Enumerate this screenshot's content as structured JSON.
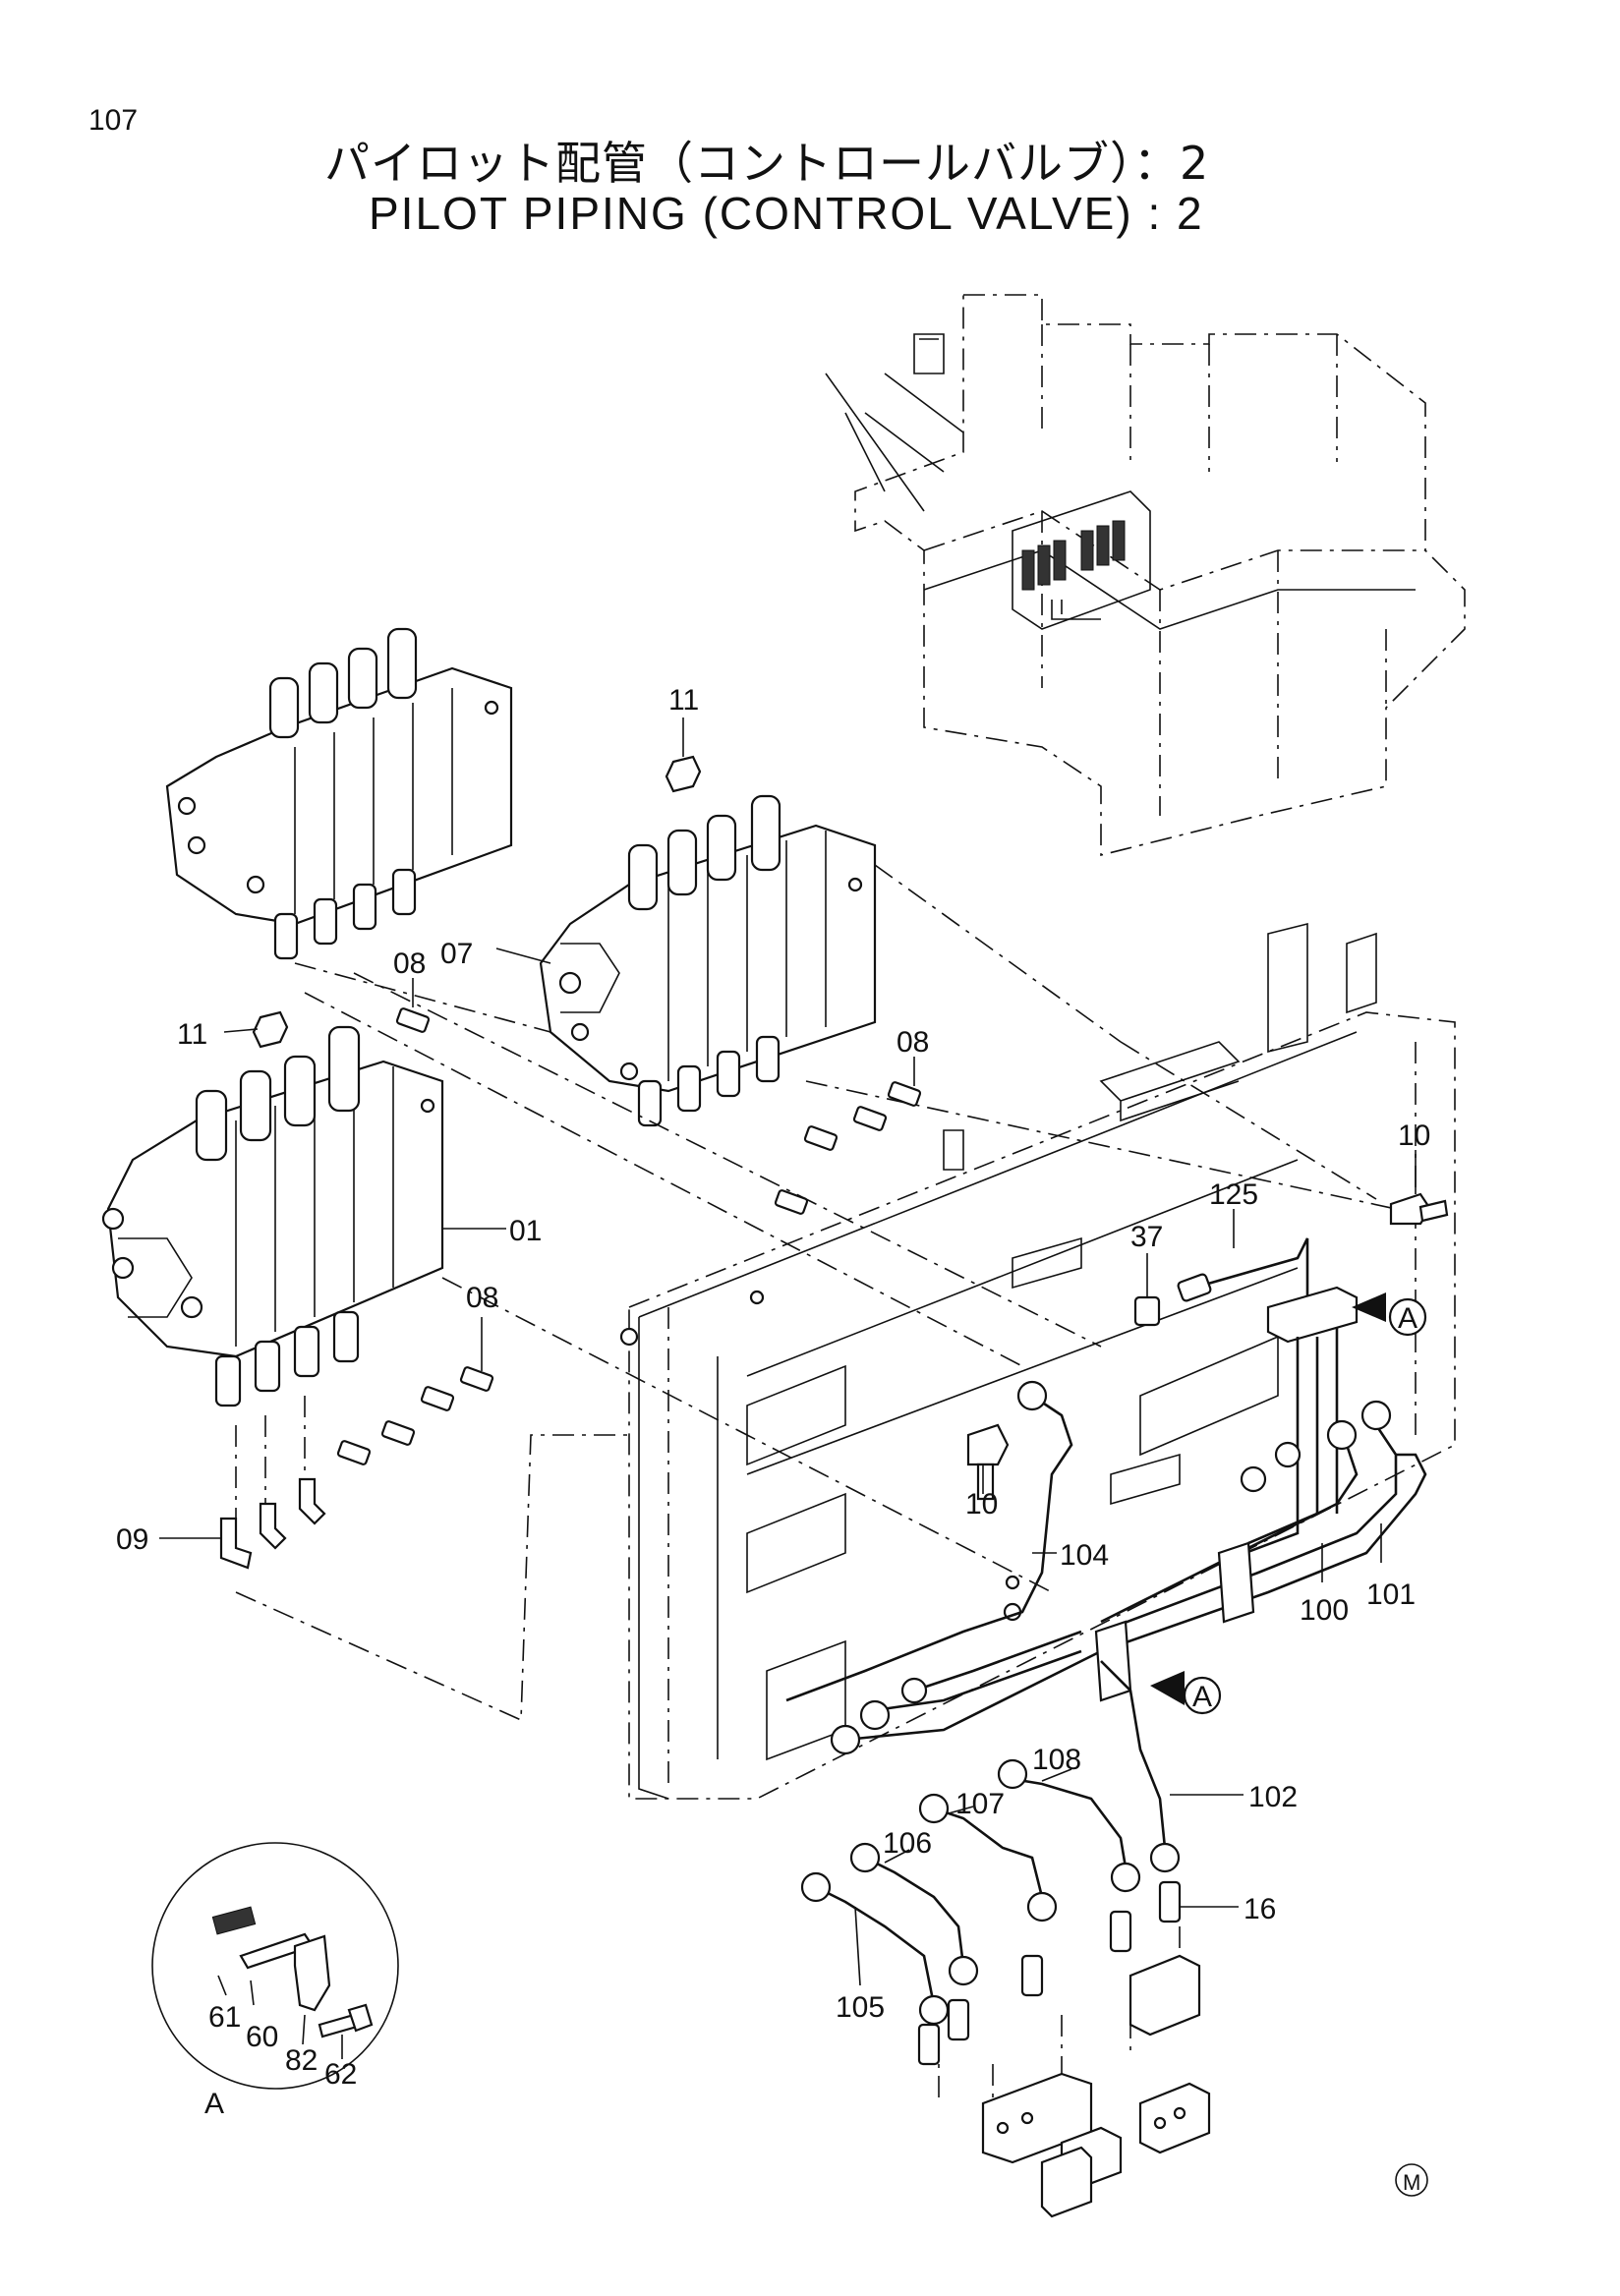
{
  "page": {
    "number": "107",
    "title_jp": "パイロット配管（コントロールバルブ）：2",
    "title_en": "PILOT PIPING (CONTROL VALVE) : 2",
    "mark": "M"
  },
  "callouts": {
    "c11_top": "11",
    "c11_left": "11",
    "c08_a": "08",
    "c08_b": "08",
    "c08_c": "08",
    "c07": "07",
    "c01": "01",
    "c09": "09",
    "c10_right": "10",
    "c10_mid": "10",
    "c37": "37",
    "c125": "125",
    "c104": "104",
    "c100": "100",
    "c101": "101",
    "c102": "102",
    "c108": "108",
    "c107": "107",
    "c106": "106",
    "c105": "105",
    "c16": "16",
    "c61": "61",
    "c60": "60",
    "c82": "82",
    "c62": "62"
  },
  "view_markers": {
    "arrow_a_right": "A",
    "arrow_a_lower": "A",
    "detail_a": "A"
  }
}
